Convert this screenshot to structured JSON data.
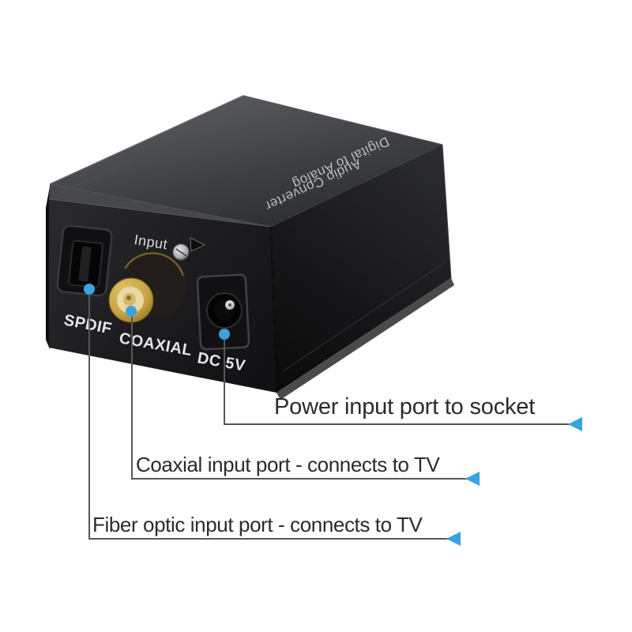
{
  "device": {
    "top_label_lines": [
      "Digital to Analog",
      "Audio Converter"
    ],
    "front_labels": {
      "input": "Input",
      "spdif": "SPDIF",
      "coaxial": "COAXIAL",
      "power": "DC 5V"
    }
  },
  "annotations": [
    {
      "id": "power",
      "target": "dc-5v-port",
      "text": "Power input port to socket"
    },
    {
      "id": "coaxial",
      "target": "coaxial-port",
      "text": "Coaxial input port - connects to TV"
    },
    {
      "id": "fiber",
      "target": "spdif-port",
      "text": "Fiber optic input port - connects to TV"
    }
  ],
  "colors": {
    "accent_blue": "#3ba2e0",
    "leader_line": "#575757",
    "annotation_text": "#2b2b2b",
    "device_label_text": "#dcdee0",
    "coax_gold": "#c7a341"
  }
}
